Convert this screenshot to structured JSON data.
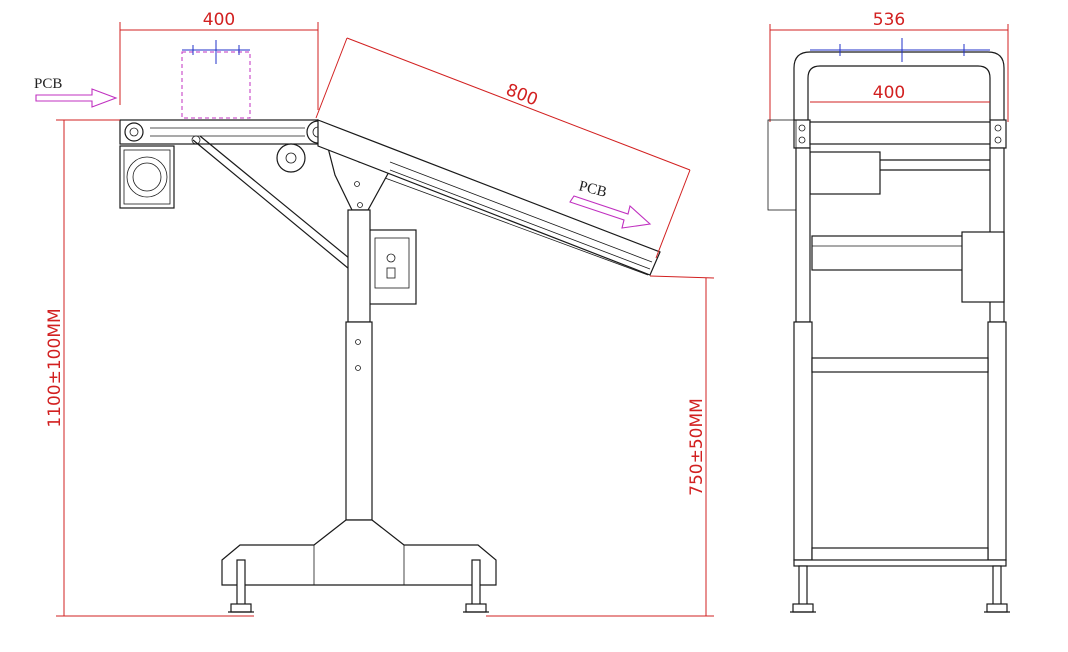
{
  "colors": {
    "dimension": "#d22020",
    "outline": "#1a1a1a",
    "arrow": "#c030c0",
    "centerline": "#2030c8"
  },
  "side_view": {
    "dims": {
      "width_top": "400",
      "length_incline": "800",
      "height_total": "1100±100MM",
      "height_outlet": "750±50MM"
    },
    "flow_labels": {
      "inlet": "PCB",
      "outlet": "PCB"
    }
  },
  "front_view": {
    "dims": {
      "outer_width": "536",
      "inner_width": "400"
    }
  },
  "icons": {
    "flow_arrow": "flow-arrow-icon",
    "motor": "motor-icon",
    "control_box": "control-box-icon",
    "leveling_foot": "leveling-foot-icon"
  }
}
